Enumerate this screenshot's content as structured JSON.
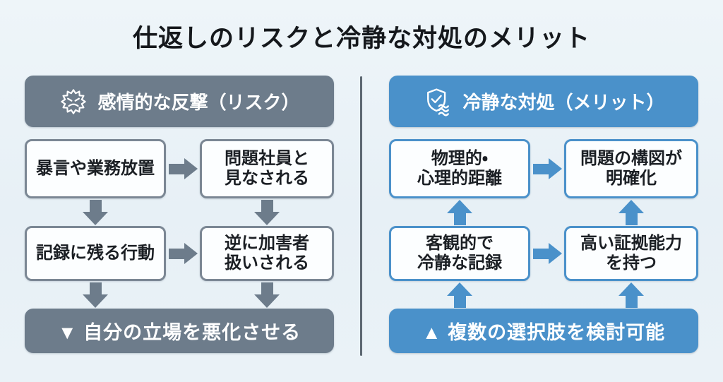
{
  "title": "仕返しのリスクと冷静な対処のメリット",
  "colors": {
    "background": "#e9f1f6",
    "gray_accent": "#6d7c8b",
    "gray_box_border": "#7b8794",
    "blue_accent": "#4a91ca",
    "box_fill": "#fcfeff",
    "divider": "#5d6872",
    "title_text": "#15181c"
  },
  "left_panel": {
    "header": "感情的な反撃（リスク）",
    "header_icon": "angry-burst-icon",
    "boxes": [
      "暴言や業務放置",
      "問題社員と\n見なされる",
      "記録に残る行動",
      "逆に加害者\n扱いされる"
    ],
    "flow_direction": "down",
    "footer": "▼ 自分の立場を悪化させる"
  },
  "right_panel": {
    "header": "冷静な対処（メリット）",
    "header_icon": "shield-check-wave-icon",
    "boxes": [
      "物理的・\n心理的距離",
      "問題の構図が\n明確化",
      "客観的で\n冷静な記録",
      "高い証拠能力\nを持つ"
    ],
    "flow_direction": "up",
    "footer": "▲ 複数の選択肢を検討可能"
  }
}
